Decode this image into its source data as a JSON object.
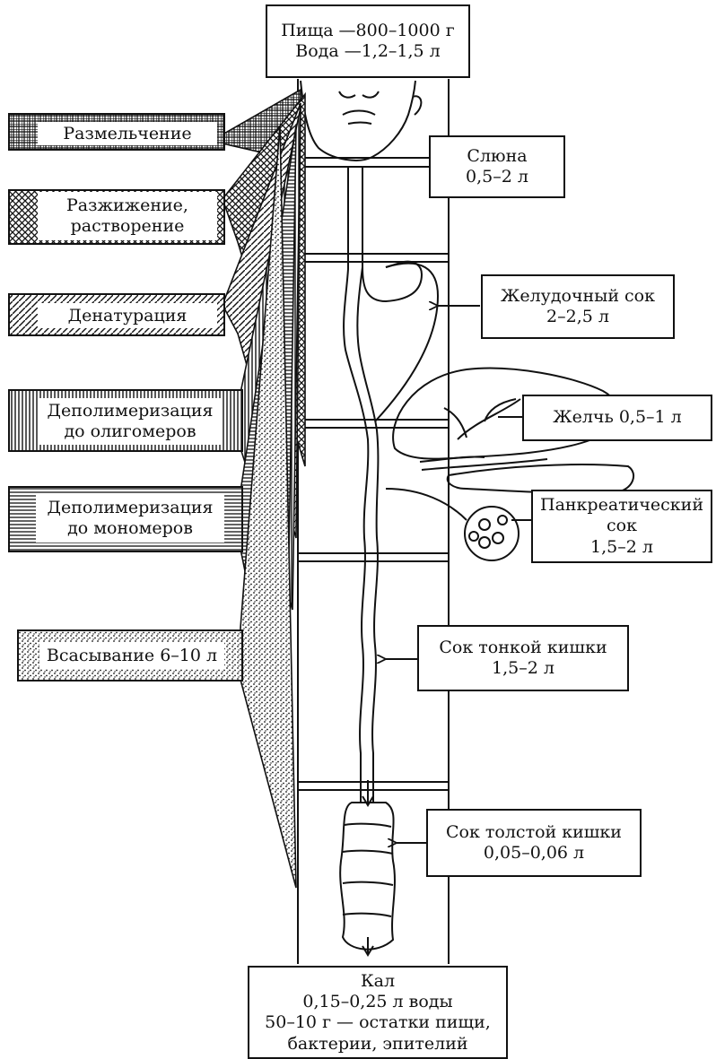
{
  "intake": {
    "line1": "Пища —800–1000 г",
    "line2": "Вода —1,2–1,5 л"
  },
  "processes": [
    {
      "lines": [
        "Размельчение"
      ]
    },
    {
      "lines": [
        "Разжижение,",
        "растворение"
      ]
    },
    {
      "lines": [
        "Денатурация"
      ]
    },
    {
      "lines": [
        "Деполимеризация",
        "до олигомеров"
      ]
    },
    {
      "lines": [
        "Деполимеризация",
        "до мономеров"
      ]
    },
    {
      "lines": [
        "Всасывание 6–10 л"
      ]
    }
  ],
  "secretions": [
    {
      "lines": [
        "Слюна",
        "0,5–2 л"
      ]
    },
    {
      "lines": [
        "Желудочный сок",
        "2–2,5 л"
      ]
    },
    {
      "lines": [
        "Желчь 0,5–1 л"
      ]
    },
    {
      "lines": [
        "Панкреатический",
        "сок",
        "1,5–2 л"
      ]
    },
    {
      "lines": [
        "Сок тонкой кишки",
        "1,5–2 л"
      ]
    },
    {
      "lines": [
        "Сок толстой кишки",
        "0,05–0,06 л"
      ]
    }
  ],
  "output": {
    "lines": [
      "Кал",
      "0,15–0,25 л воды",
      "50–10 г — остатки пищи,",
      "бактерии, эпителий"
    ]
  }
}
